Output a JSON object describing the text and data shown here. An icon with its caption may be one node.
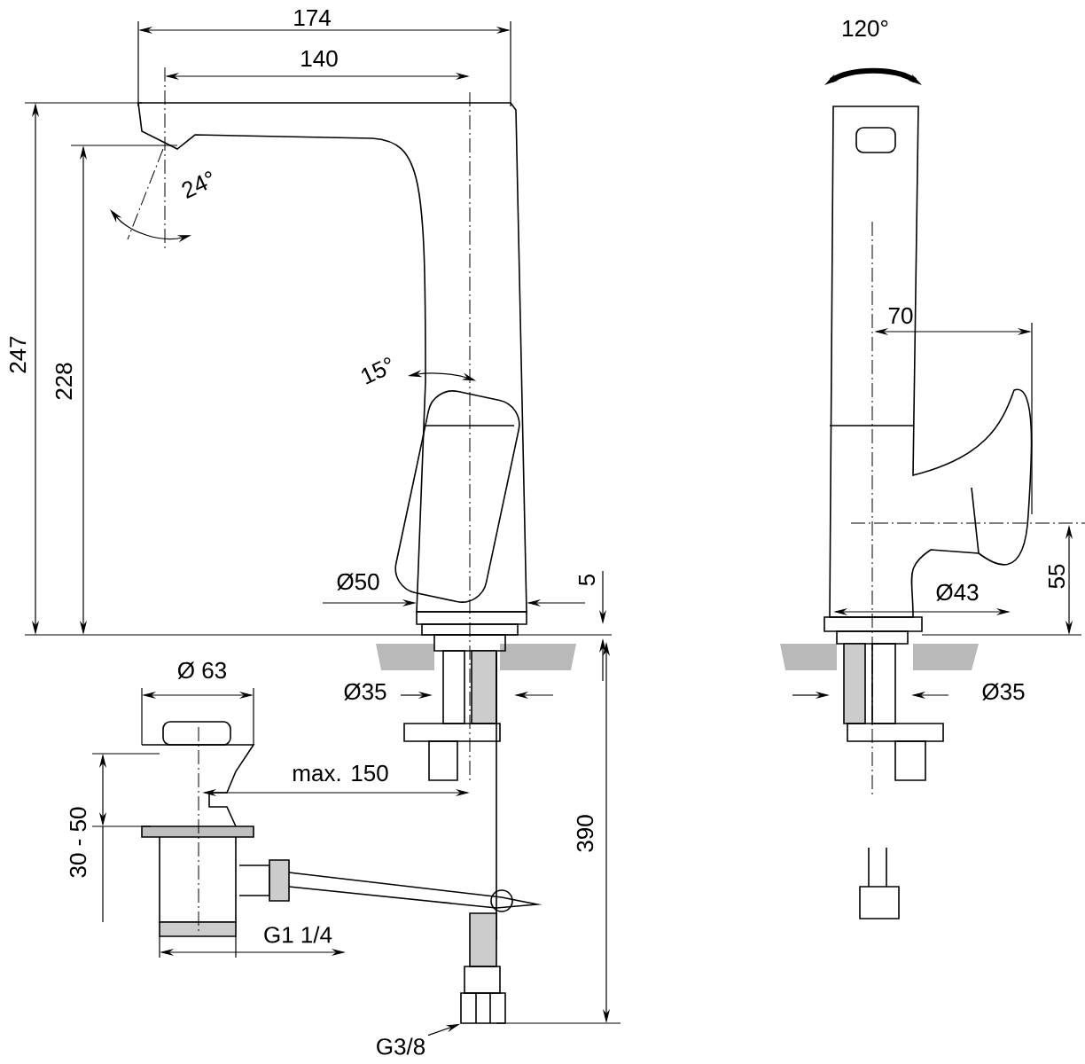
{
  "diagram": {
    "nodes": [
      {
        "text": [
          "G3/8"
        ]
      },
      {
        "text": [],
        "shape": "picture"
      }
    ],
    "edges": [
      {
        "from": 0,
        "to": 1,
        "arrow": "to"
      }
    ],
    "labels": [
      "174",
      "140",
      "120°",
      "24°",
      "247",
      "228",
      "70",
      "15°",
      "Ø50",
      "5",
      "55",
      "Ø43",
      "Ø35",
      "Ø 63",
      "Ø35",
      "max. 150",
      "30 - 50",
      "390",
      "G1 1/4"
    ]
  }
}
